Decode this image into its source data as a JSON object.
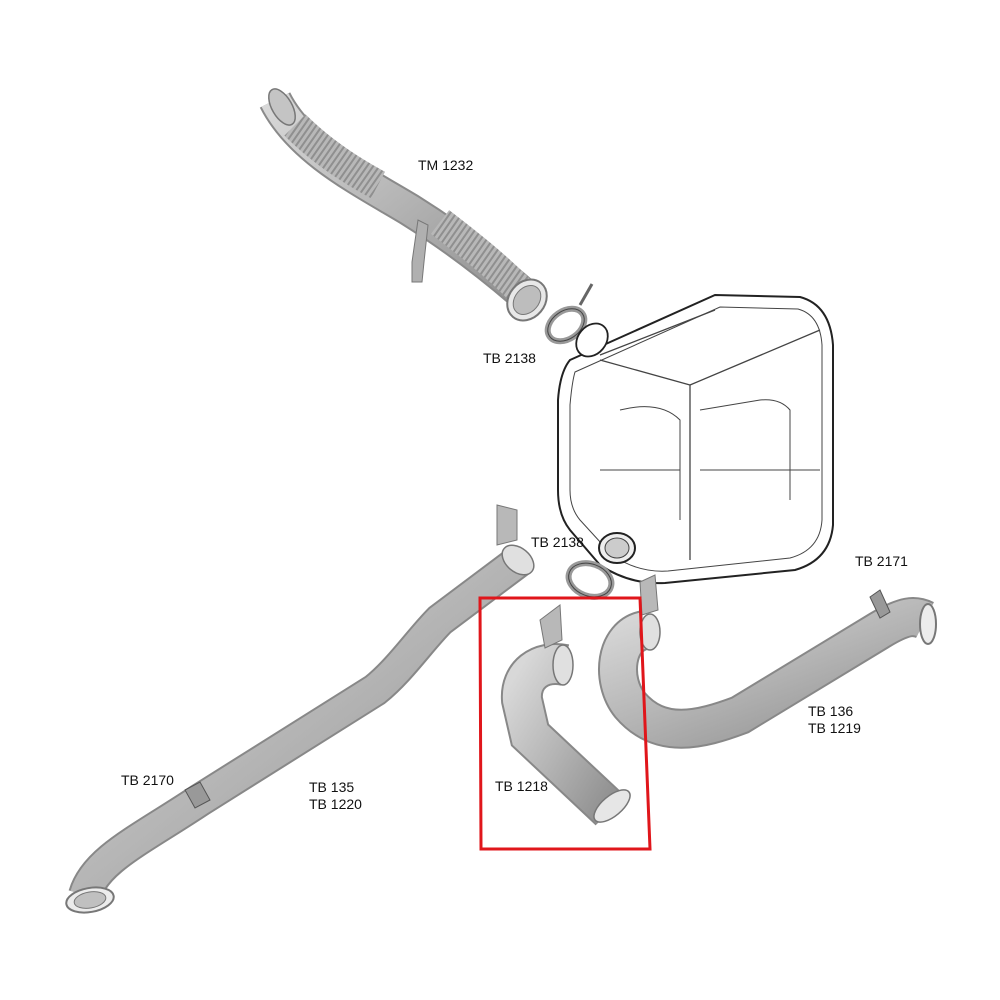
{
  "labels": {
    "tm1232": "TM 1232",
    "tb2138_top": "TB 2138",
    "tb2138_mid": "TB 2138",
    "tb2171": "TB 2171",
    "tb136": "TB 136",
    "tb1219": "TB 1219",
    "tb2170": "TB 2170",
    "tb135": "TB 135",
    "tb1220": "TB 1220",
    "tb1218": "TB 1218"
  },
  "highlight": {
    "color": "#e0161b",
    "target": "TB 1218"
  },
  "colors": {
    "pipe": "#b6b6b6",
    "pipe_edge": "#8a8a8a",
    "muffler_fill": "#ffffff",
    "outline": "#222222"
  }
}
